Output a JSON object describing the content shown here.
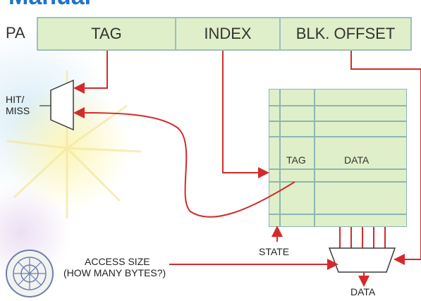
{
  "slide": {
    "title": "Manual",
    "pa_label": "PA",
    "address_fields": [
      "TAG",
      "INDEX",
      "BLK. OFFSET"
    ]
  },
  "labels": {
    "hit_miss": "HIT/\nMISS",
    "grid_tag": "TAG",
    "grid_data": "DATA",
    "state": "STATE",
    "access_size_line1": "ACCESS SIZE",
    "access_size_line2": "(HOW MANY BYTES?)",
    "data_out": "DATA"
  },
  "colors": {
    "wire": "#d42a2a",
    "box_fill": "#dfefc9",
    "box_border": "#9cc0bd",
    "title": "#1e73c8"
  },
  "icons": {
    "logo": "institute-seal-icon"
  }
}
